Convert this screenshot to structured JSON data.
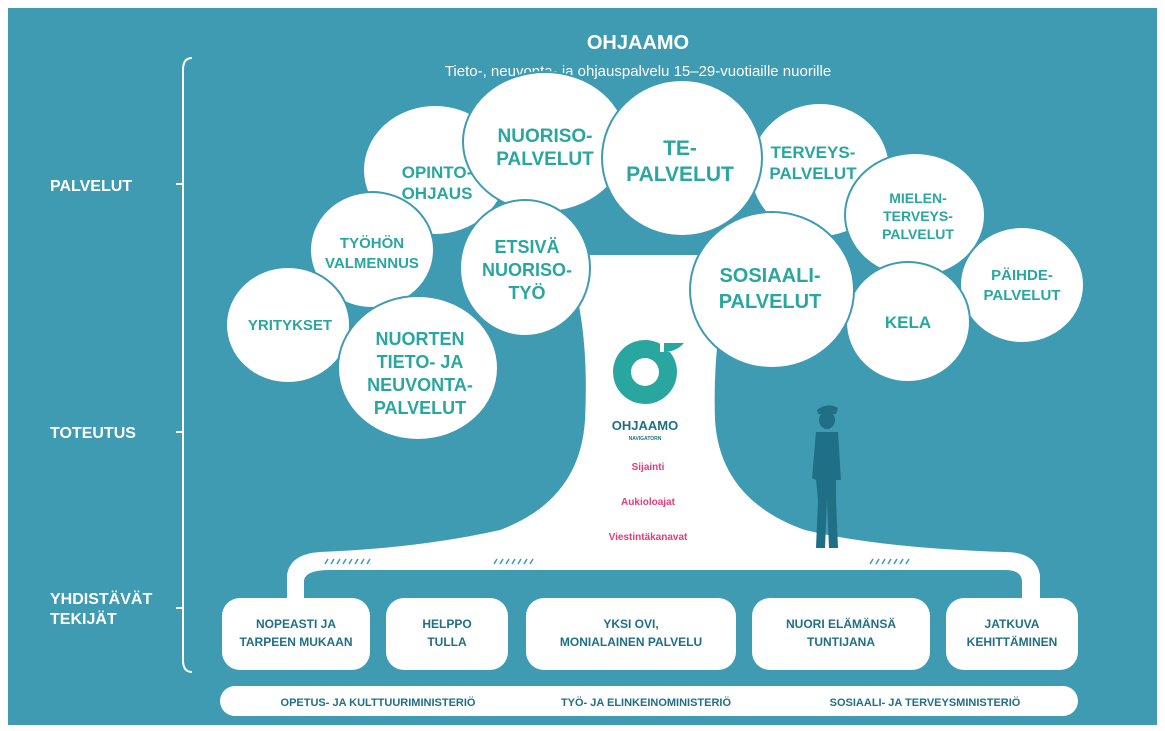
{
  "header": {
    "title": "OHJAAMO",
    "subtitle": "Tieto-, neuvonta- ja ohjauspalvelu 15–29-vuotiaille nuorille"
  },
  "levels": {
    "services": "PALVELUT",
    "implementation": "TOTEUTUS",
    "connecting_1": "YHDISTÄVÄT",
    "connecting_2": "TEKIJÄT"
  },
  "clouds": [
    {
      "lines": [
        "OPINTO-",
        "OHJAUS"
      ]
    },
    {
      "lines": [
        "NUORISO-",
        "PALVELUT"
      ]
    },
    {
      "lines": [
        "TE-",
        "PALVELUT"
      ]
    },
    {
      "lines": [
        "TERVEYS-",
        "PALVELUT"
      ]
    },
    {
      "lines": [
        "MIELEN-",
        "TERVEYS-",
        "PALVELUT"
      ]
    },
    {
      "lines": [
        "TYÖHÖN",
        "VALMENNUS"
      ]
    },
    {
      "lines": [
        "ETSIVÄ",
        "NUORISO-",
        "TYÖ"
      ]
    },
    {
      "lines": [
        "SOSIAALI-",
        "PALVELUT"
      ]
    },
    {
      "lines": [
        "PÄIHDE-",
        "PALVELUT"
      ]
    },
    {
      "lines": [
        "YRITYKSET"
      ]
    },
    {
      "lines": [
        "NUORTEN",
        "TIETO- JA",
        "NEUVONTA-",
        "PALVELUT"
      ]
    },
    {
      "lines": [
        "KELA"
      ]
    }
  ],
  "logo": {
    "text": "OHJAAMO",
    "subtext": "NAVIGATORN"
  },
  "trunk_items": [
    "Sijainti",
    "Aukioloajat",
    "Viestintäkanavat"
  ],
  "factors": [
    {
      "lines": [
        "NOPEASTI JA",
        "TARPEEN MUKAAN"
      ]
    },
    {
      "lines": [
        "HELPPO",
        "TULLA"
      ]
    },
    {
      "lines": [
        "YKSI OVI,",
        "MONIALAINEN PALVELU"
      ]
    },
    {
      "lines": [
        "NUORI ELÄMÄNSÄ",
        "TUNTIJANA"
      ]
    },
    {
      "lines": [
        "JATKUVA",
        "KEHITTÄMINEN"
      ]
    }
  ],
  "ministries": [
    "OPETUS- JA KULTTUURIMINISTERIÖ",
    "TYÖ- JA ELINKEINOMINISTERIÖ",
    "SOSIAALI- JA TERVEYSMINISTERIÖ"
  ],
  "colors": {
    "background": "#3f9bb2",
    "cloud_text": "#2aa6a0",
    "box_text": "#1f6f86",
    "trunk_text": "#e33c7d",
    "person": "#1f6f86"
  }
}
